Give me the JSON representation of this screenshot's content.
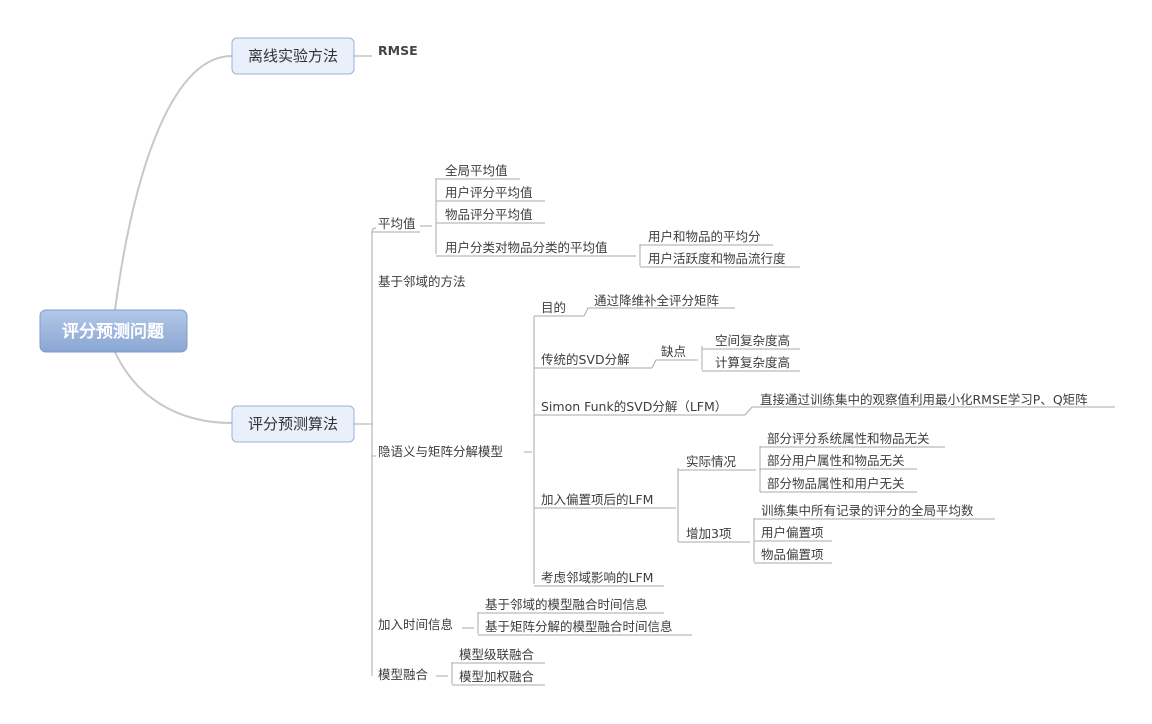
{
  "root": "评分预测问题",
  "offline": {
    "label": "离线实验方法",
    "rmse": "RMSE"
  },
  "algo": {
    "label": "评分预测算法",
    "avg": {
      "label": "平均值",
      "items": [
        "全局平均值",
        "用户评分平均值",
        "物品评分平均值",
        "用户分类对物品分类的平均值"
      ],
      "sub": [
        "用户和物品的平均分",
        "用户活跃度和物品流行度"
      ]
    },
    "neighbor": "基于邻域的方法",
    "lfm": {
      "label": "隐语义与矩阵分解模型",
      "goal": "目的",
      "goal_text": "通过降维补全评分矩阵",
      "svd": "传统的SVD分解",
      "defect": "缺点",
      "defect_items": [
        "空间复杂度高",
        "计算复杂度高"
      ],
      "funk": "Simon Funk的SVD分解（LFM）",
      "funk_text": "直接通过训练集中的观察值利用最小化RMSE学习P、Q矩阵",
      "bias": "加入偏置项后的LFM",
      "actual": "实际情况",
      "actual_items": [
        "部分评分系统属性和物品无关",
        "部分用户属性和物品无关",
        "部分物品属性和用户无关"
      ],
      "add3": "增加3项",
      "add3_items": [
        "训练集中所有记录的评分的全局平均数",
        "用户偏置项",
        "物品偏置项"
      ],
      "neighbor_lfm": "考虑邻域影响的LFM"
    },
    "time": {
      "label": "加入时间信息",
      "items": [
        "基于邻域的模型融合时间信息",
        "基于矩阵分解的模型融合时间信息"
      ]
    },
    "fusion": {
      "label": "模型融合",
      "items": [
        "模型级联融合",
        "模型加权融合"
      ]
    }
  }
}
